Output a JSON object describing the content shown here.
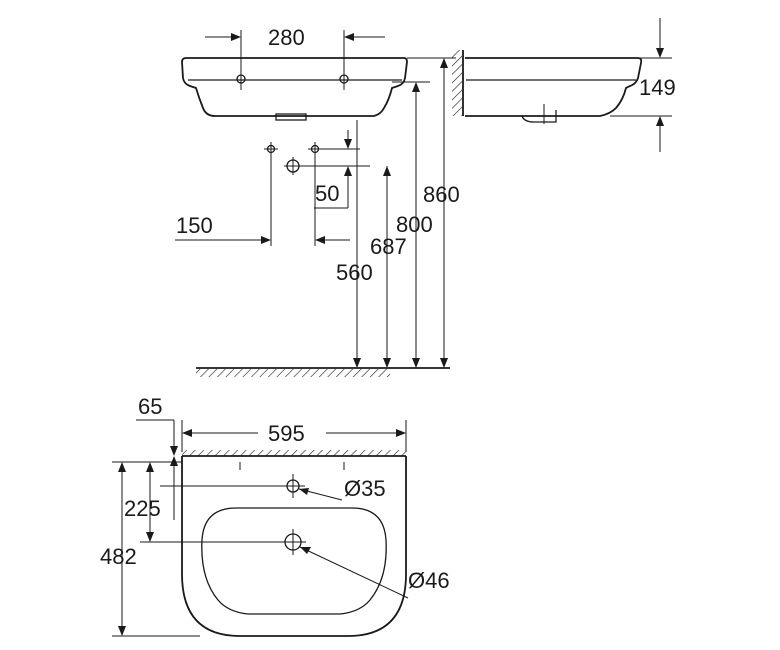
{
  "drawing": {
    "dimensions": {
      "tap_hole_spacing": "280",
      "basin_height": "149",
      "drain_spacing": "50",
      "supply_spacing": "150",
      "height_860": "860",
      "height_800": "800",
      "height_687": "687",
      "height_560": "560",
      "wall_offset": "65",
      "width": "595",
      "tap_hole_diameter": "Ø35",
      "tap_hole_distance": "225",
      "depth": "482",
      "waste_diameter": "Ø46"
    }
  }
}
